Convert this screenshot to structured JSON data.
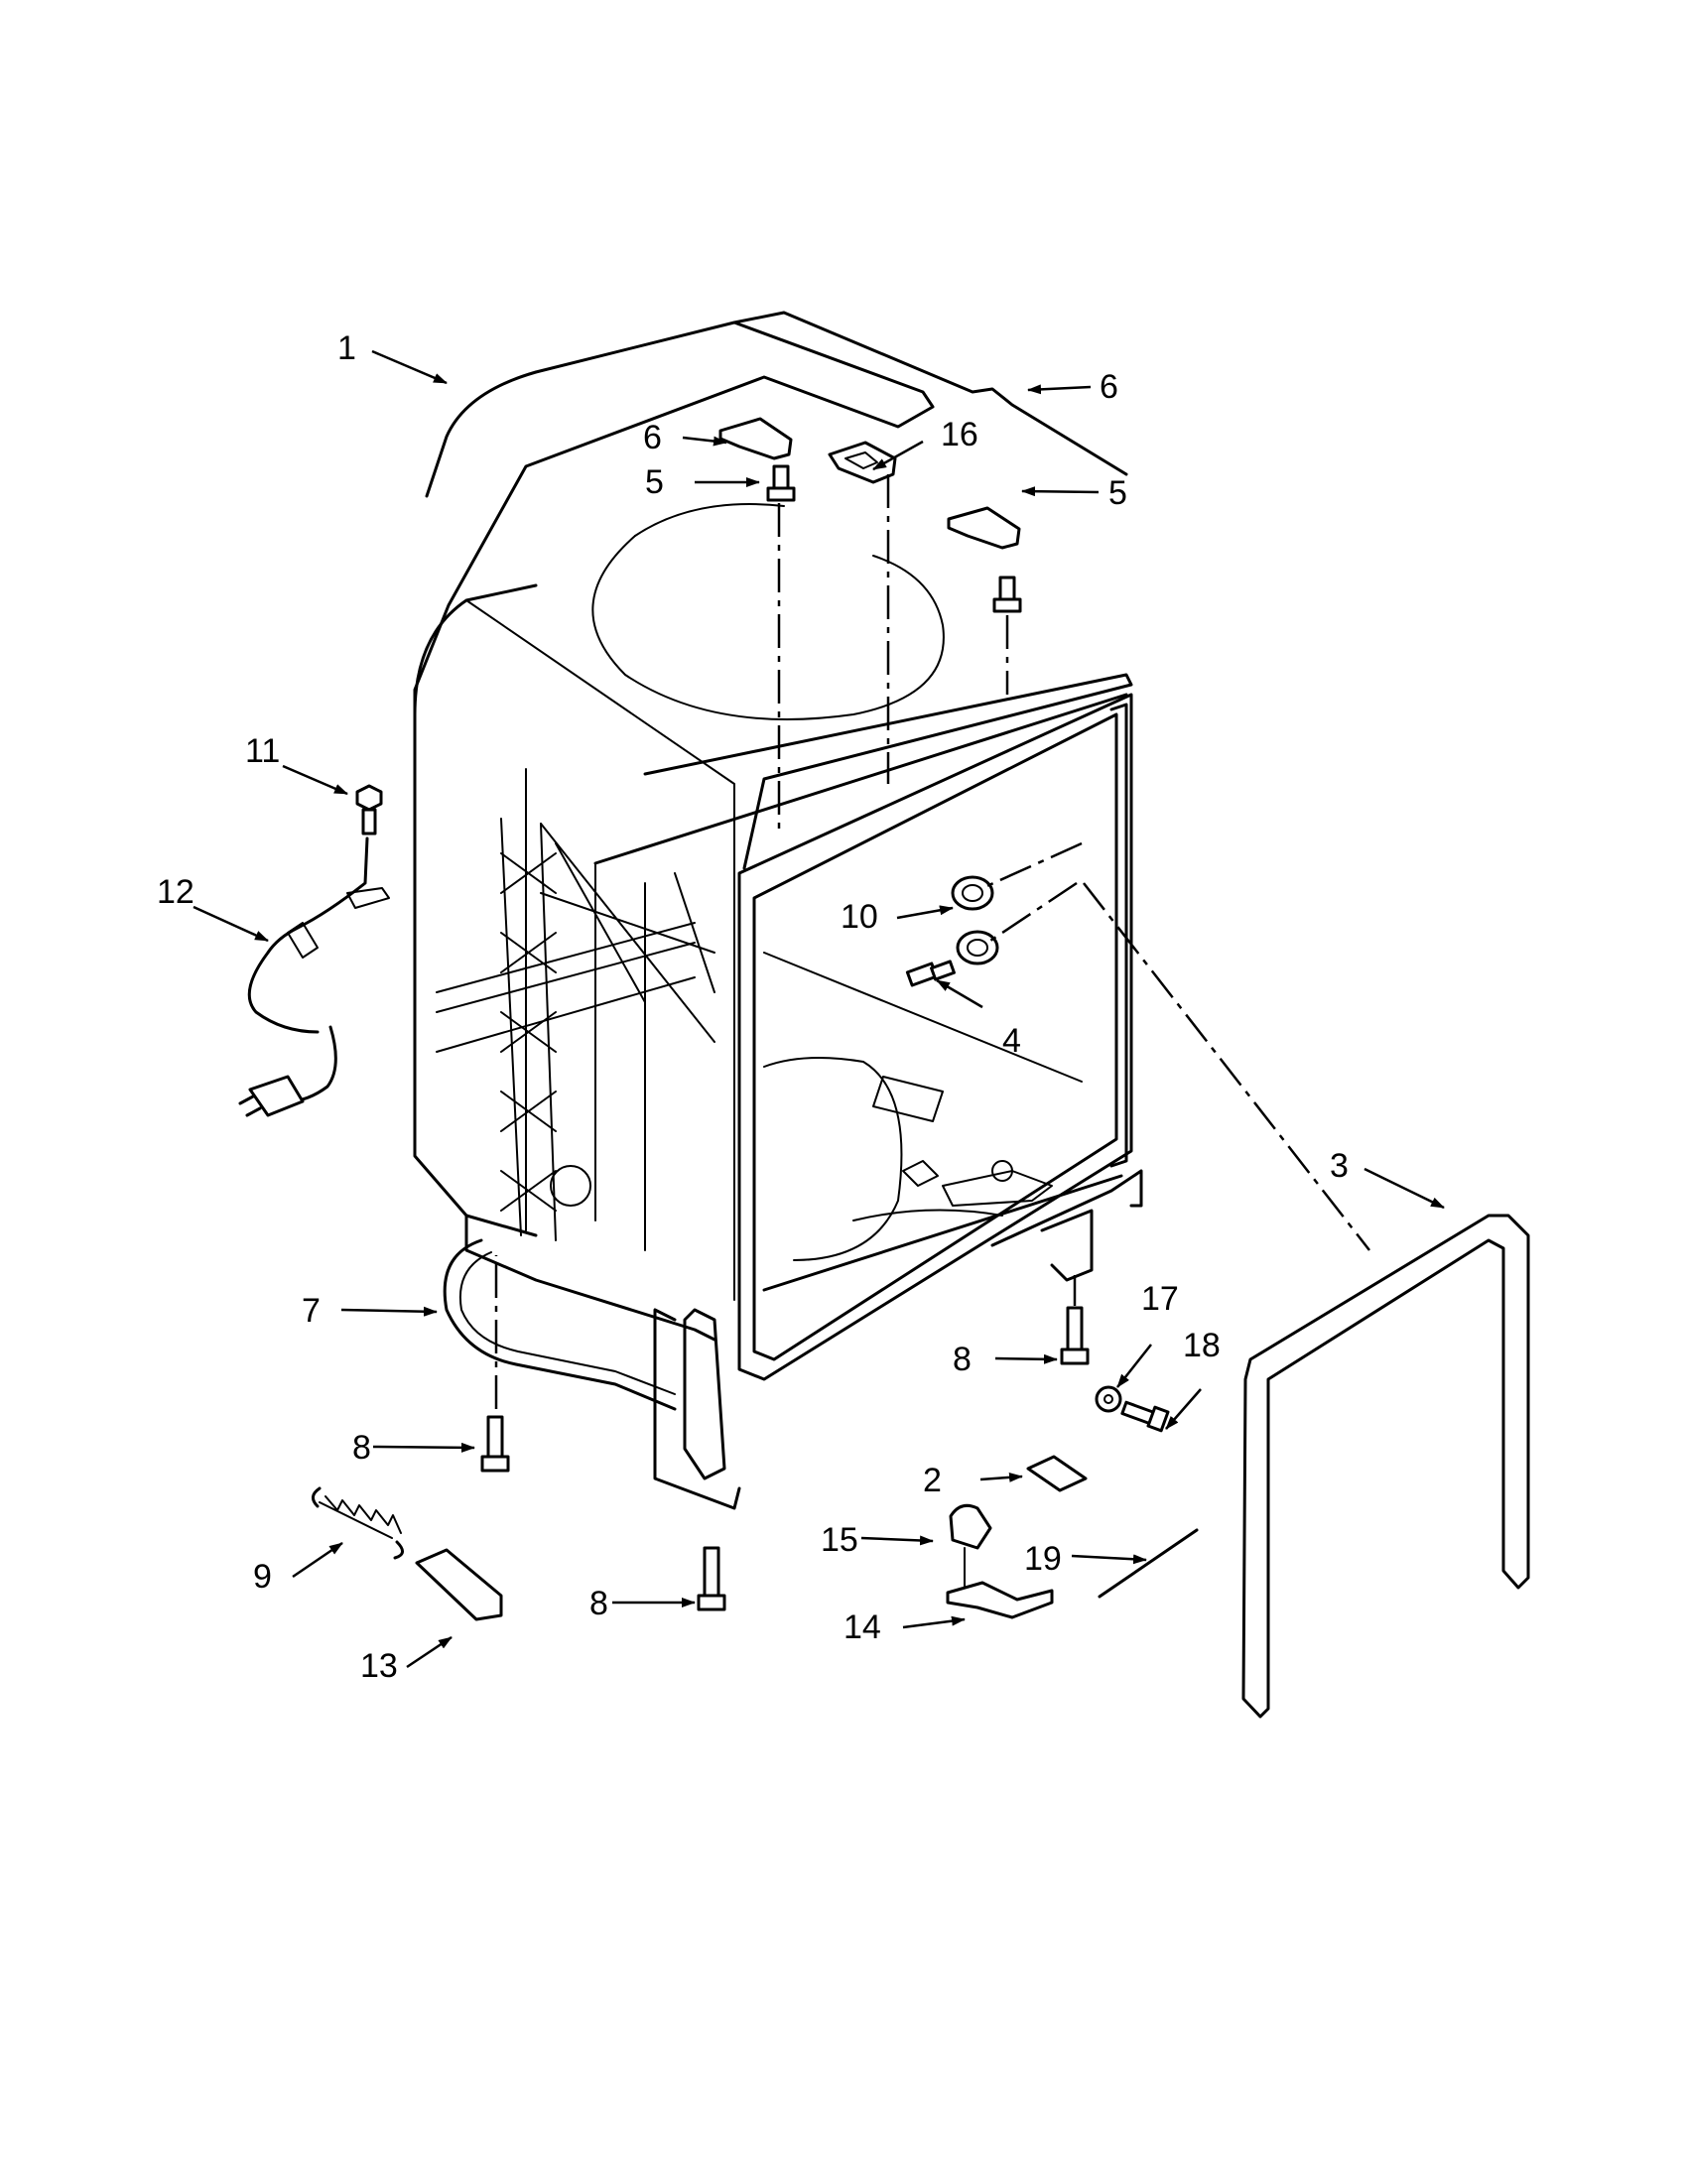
{
  "diagram": {
    "callouts": [
      {
        "id": "c1",
        "text": "1"
      },
      {
        "id": "c2",
        "text": "2"
      },
      {
        "id": "c3",
        "text": "3"
      },
      {
        "id": "c4",
        "text": "4"
      },
      {
        "id": "c5a",
        "text": "5"
      },
      {
        "id": "c5b",
        "text": "5"
      },
      {
        "id": "c6a",
        "text": "6"
      },
      {
        "id": "c6b",
        "text": "6"
      },
      {
        "id": "c7",
        "text": "7"
      },
      {
        "id": "c8a",
        "text": "8"
      },
      {
        "id": "c8b",
        "text": "8"
      },
      {
        "id": "c8c",
        "text": "8"
      },
      {
        "id": "c9",
        "text": "9"
      },
      {
        "id": "c10",
        "text": "10"
      },
      {
        "id": "c11",
        "text": "11"
      },
      {
        "id": "c12",
        "text": "12"
      },
      {
        "id": "c13",
        "text": "13"
      },
      {
        "id": "c14",
        "text": "14"
      },
      {
        "id": "c15",
        "text": "15"
      },
      {
        "id": "c16",
        "text": "16"
      },
      {
        "id": "c17",
        "text": "17"
      },
      {
        "id": "c18",
        "text": "18"
      },
      {
        "id": "c19",
        "text": "19"
      }
    ]
  }
}
